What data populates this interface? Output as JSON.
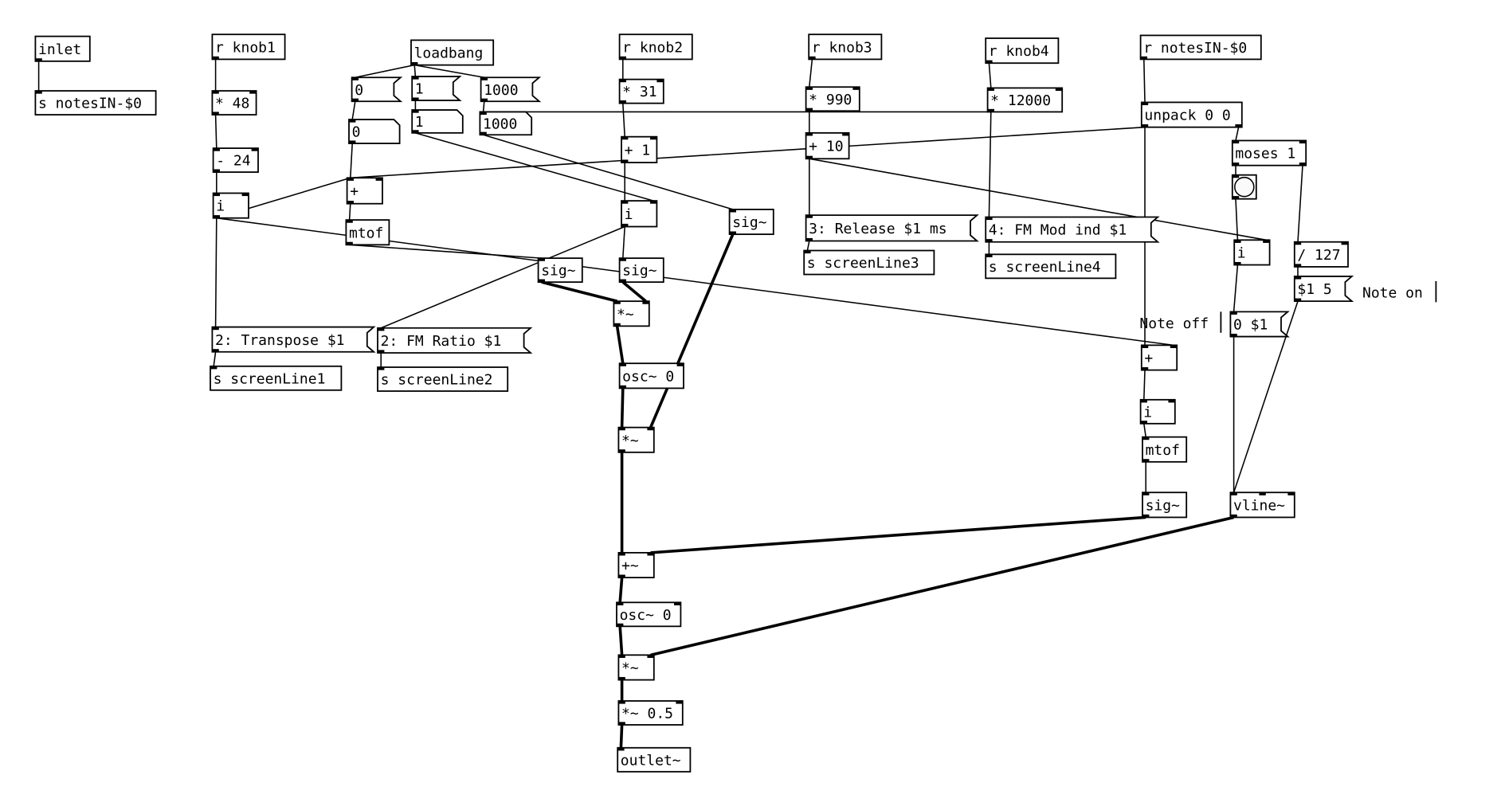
{
  "patch": {
    "objects": [
      {
        "id": "inlet",
        "kind": "obj",
        "text": "inlet"
      },
      {
        "id": "s_notesin",
        "kind": "obj",
        "text": "s notesIN-$0"
      },
      {
        "id": "r_knob1",
        "kind": "obj",
        "text": "r knob1"
      },
      {
        "id": "mul48",
        "kind": "obj",
        "text": "* 48"
      },
      {
        "id": "sub24",
        "kind": "obj",
        "text": "- 24"
      },
      {
        "id": "i_k1",
        "kind": "obj",
        "text": "i"
      },
      {
        "id": "msg_transpose",
        "kind": "msg",
        "text": "2: Transpose $1"
      },
      {
        "id": "s_screen1",
        "kind": "obj",
        "text": "s screenLine1"
      },
      {
        "id": "loadbang",
        "kind": "obj",
        "text": "loadbang"
      },
      {
        "id": "msg0",
        "kind": "msg",
        "text": "0"
      },
      {
        "id": "num0",
        "kind": "num",
        "text": "0"
      },
      {
        "id": "msg1",
        "kind": "msg",
        "text": "1"
      },
      {
        "id": "num1",
        "kind": "num",
        "text": "1"
      },
      {
        "id": "msg1000",
        "kind": "msg",
        "text": "1000"
      },
      {
        "id": "num1000",
        "kind": "num",
        "text": "1000"
      },
      {
        "id": "plus_a",
        "kind": "obj",
        "text": "+"
      },
      {
        "id": "mtof_a",
        "kind": "obj",
        "text": "mtof"
      },
      {
        "id": "msg_fmratio",
        "kind": "msg",
        "text": "2: FM Ratio $1"
      },
      {
        "id": "s_screen2",
        "kind": "obj",
        "text": "s screenLine2"
      },
      {
        "id": "r_knob2",
        "kind": "obj",
        "text": "r knob2"
      },
      {
        "id": "mul31",
        "kind": "obj",
        "text": "* 31"
      },
      {
        "id": "add1",
        "kind": "obj",
        "text": "+ 1"
      },
      {
        "id": "i_k2",
        "kind": "obj",
        "text": "i"
      },
      {
        "id": "sig_a",
        "kind": "obj",
        "text": "sig~"
      },
      {
        "id": "sig_b",
        "kind": "obj",
        "text": "sig~"
      },
      {
        "id": "sig_c",
        "kind": "obj",
        "text": "sig~"
      },
      {
        "id": "mulsig_a",
        "kind": "obj",
        "text": "*~"
      },
      {
        "id": "osc_a",
        "kind": "obj",
        "text": "osc~ 0"
      },
      {
        "id": "mulsig_b",
        "kind": "obj",
        "text": "*~"
      },
      {
        "id": "addsig",
        "kind": "obj",
        "text": "+~"
      },
      {
        "id": "osc_b",
        "kind": "obj",
        "text": "osc~ 0"
      },
      {
        "id": "mulsig_c",
        "kind": "obj",
        "text": "*~"
      },
      {
        "id": "mulsig_half",
        "kind": "obj",
        "text": "*~ 0.5"
      },
      {
        "id": "outlet",
        "kind": "obj",
        "text": "outlet~"
      },
      {
        "id": "r_knob3",
        "kind": "obj",
        "text": "r knob3"
      },
      {
        "id": "mul990",
        "kind": "obj",
        "text": "* 990"
      },
      {
        "id": "add10",
        "kind": "obj",
        "text": "+ 10"
      },
      {
        "id": "msg_release",
        "kind": "msg",
        "text": "3: Release $1 ms"
      },
      {
        "id": "s_screen3",
        "kind": "obj",
        "text": "s screenLine3"
      },
      {
        "id": "r_knob4",
        "kind": "obj",
        "text": "r knob4"
      },
      {
        "id": "mul12000",
        "kind": "obj",
        "text": "* 12000"
      },
      {
        "id": "msg_fmmod",
        "kind": "msg",
        "text": "4: FM Mod ind $1"
      },
      {
        "id": "s_screen4",
        "kind": "obj",
        "text": "s screenLine4"
      },
      {
        "id": "r_notesin",
        "kind": "obj",
        "text": "r notesIN-$0"
      },
      {
        "id": "unpack",
        "kind": "obj",
        "text": "unpack 0 0"
      },
      {
        "id": "moses",
        "kind": "obj",
        "text": "moses 1"
      },
      {
        "id": "bang",
        "kind": "bng",
        "text": ""
      },
      {
        "id": "i_bang",
        "kind": "obj",
        "text": "i"
      },
      {
        "id": "div127",
        "kind": "obj",
        "text": "/ 127"
      },
      {
        "id": "msg_on",
        "kind": "msg",
        "text": "$1 5"
      },
      {
        "id": "msg_off",
        "kind": "msg",
        "text": "0 $1"
      },
      {
        "id": "plus_b",
        "kind": "obj",
        "text": "+"
      },
      {
        "id": "i_b",
        "kind": "obj",
        "text": "i"
      },
      {
        "id": "mtof_b",
        "kind": "obj",
        "text": "mtof"
      },
      {
        "id": "sig_d",
        "kind": "obj",
        "text": "sig~"
      },
      {
        "id": "vline",
        "kind": "obj",
        "text": "vline~"
      },
      {
        "id": "comment_noteon",
        "kind": "comment",
        "text": "Note on"
      },
      {
        "id": "comment_noteoff",
        "kind": "comment",
        "text": "Note off"
      }
    ]
  }
}
